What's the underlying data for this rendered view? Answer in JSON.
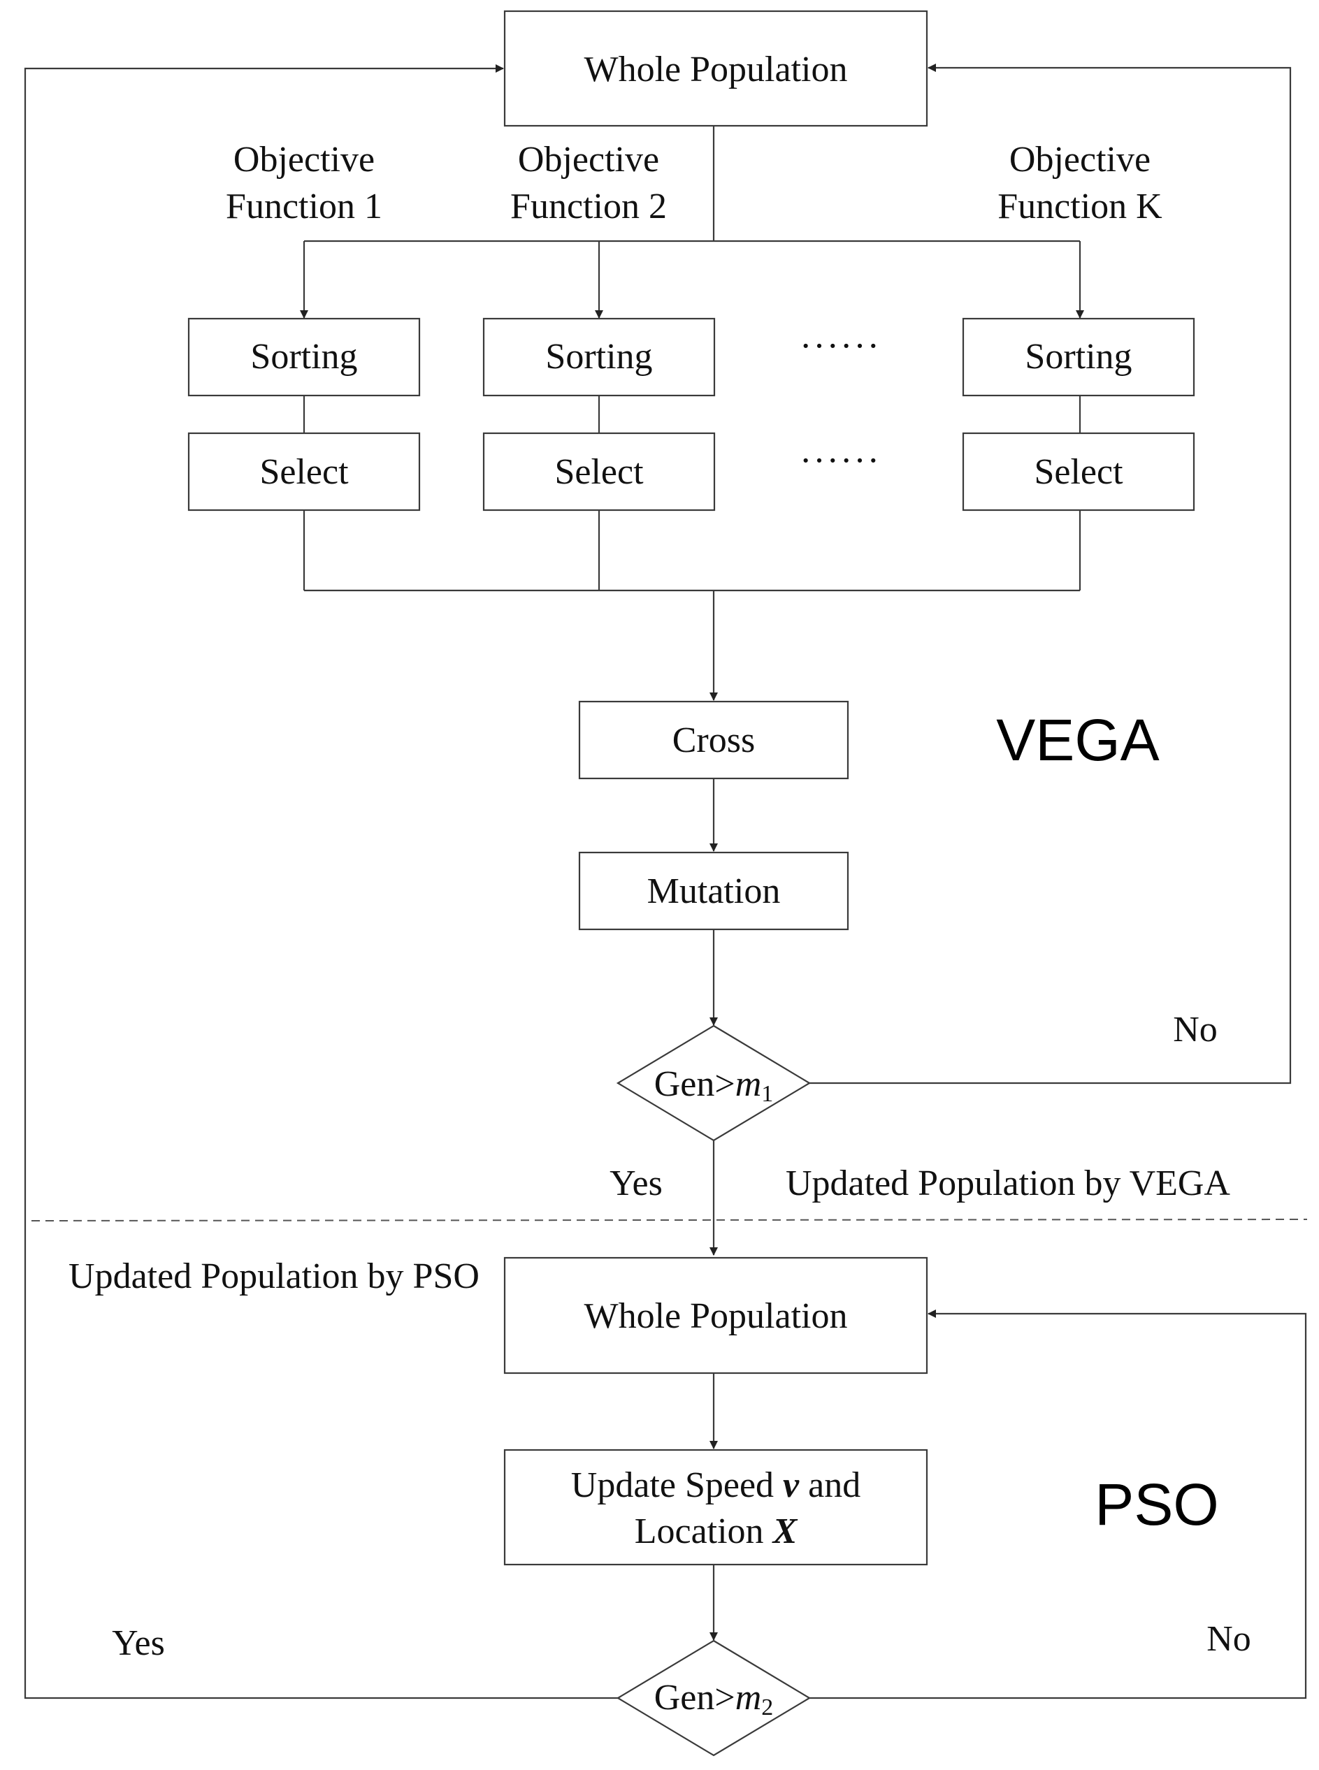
{
  "vega": {
    "top_box": "Whole Population",
    "objectives": [
      {
        "line1": "Objective",
        "line2": "Function 1"
      },
      {
        "line1": "Objective",
        "line2": "Function 2"
      },
      {
        "line1": "Objective",
        "line2": "Function K"
      }
    ],
    "sorting_label": "Sorting",
    "select_label": "Select",
    "ellipsis": "······",
    "cross": "Cross",
    "mutation": "Mutation",
    "decision": {
      "prefix": "Gen>",
      "var": "m",
      "sub": "1"
    },
    "no_label": "No",
    "yes_label": "Yes",
    "updated_label": "Updated Population by VEGA",
    "section_label": "VEGA"
  },
  "pso": {
    "updated_label": "Updated Population by PSO",
    "top_box": "Whole Population",
    "update_line1_text": "Update Speed ",
    "update_line1_var": "v",
    "update_line1_tail": " and",
    "update_line2_text": "Location ",
    "update_line2_var": "X",
    "decision": {
      "prefix": "Gen>",
      "var": "m",
      "sub": "2"
    },
    "yes_label": "Yes",
    "no_label": "No",
    "section_label": "PSO"
  }
}
